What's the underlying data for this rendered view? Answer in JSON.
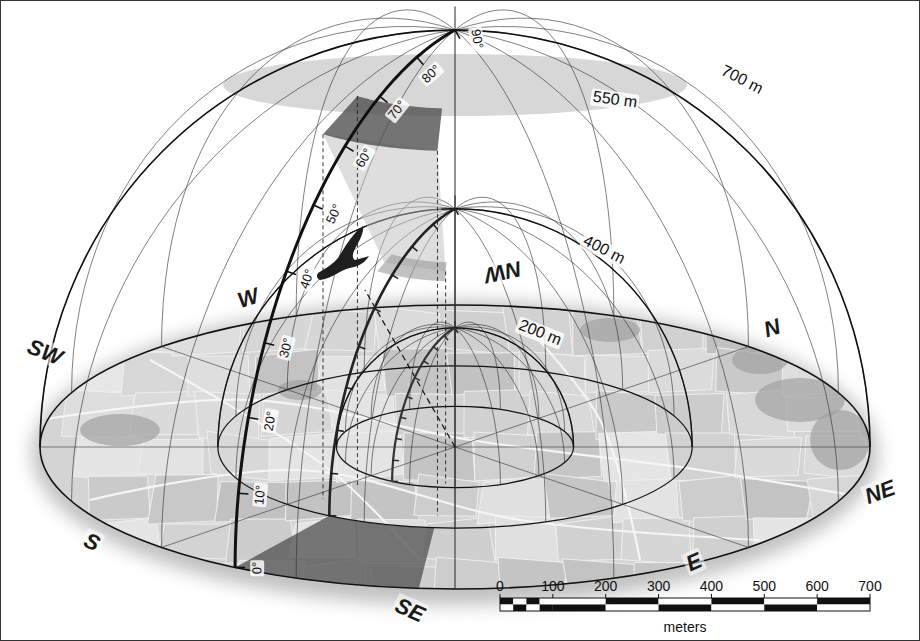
{
  "diagram": {
    "labels": [
      "700 m",
      "550 m",
      "400 m",
      "200 m",
      "90°",
      "80°",
      "70°",
      "60°",
      "50°",
      "40°",
      "30°",
      "20°",
      "10°",
      "0°",
      "SW",
      "W",
      "NW",
      "N",
      "NE",
      "E",
      "SE",
      "S",
      "0",
      "100",
      "200",
      "300",
      "400",
      "500",
      "600",
      "700",
      "meters"
    ]
  }
}
